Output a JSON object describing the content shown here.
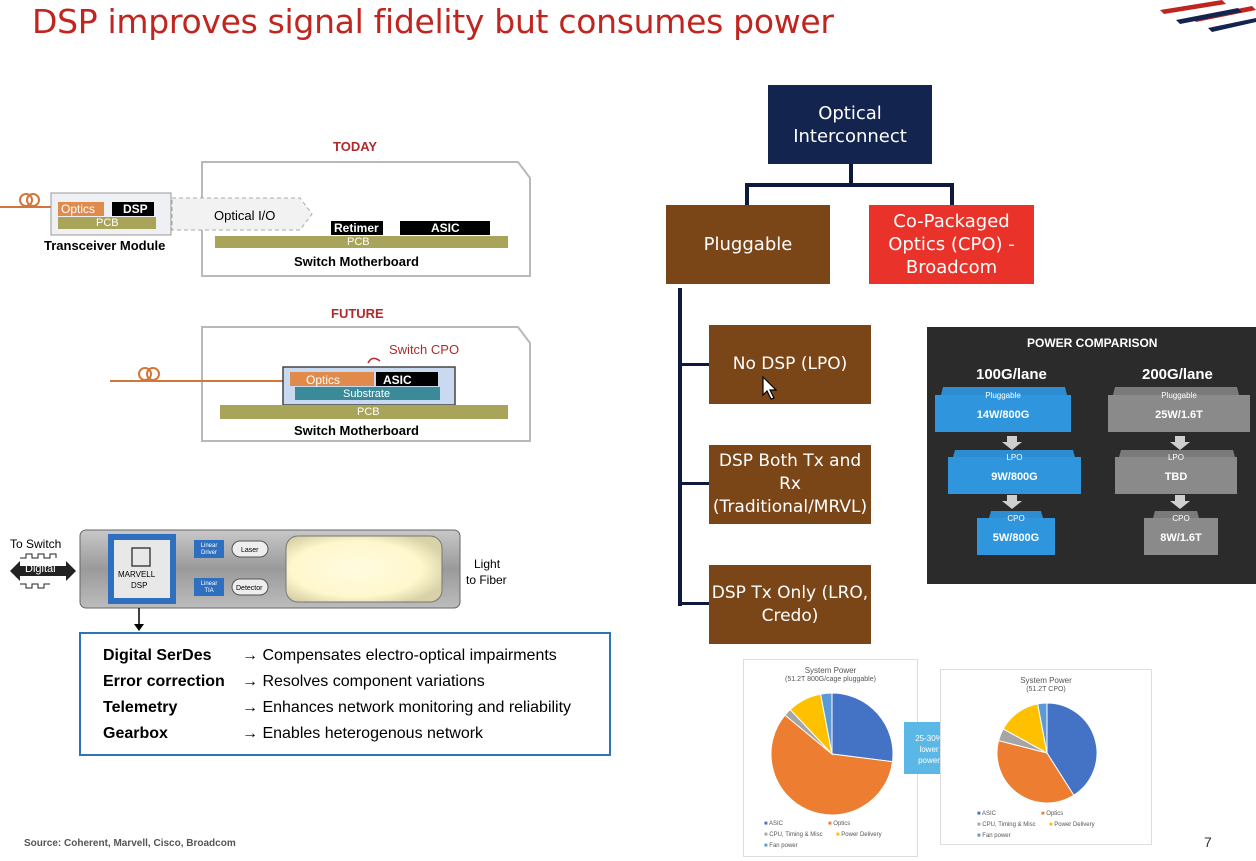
{
  "slide": {
    "title": "DSP improves signal fidelity but consumes power",
    "page_number": "7",
    "source": "Source:  Coherent, Marvell,  Cisco, Broadcom"
  },
  "today_diagram": {
    "heading": "TODAY",
    "optics": "Optics",
    "dsp": "DSP",
    "pcb": "PCB",
    "module_label": "Transceiver Module",
    "optical_io": "Optical I/O",
    "retimer": "Retimer",
    "asic": "ASIC",
    "board_pcb": "PCB",
    "motherboard": "Switch Motherboard"
  },
  "future_diagram": {
    "heading": "FUTURE",
    "callout": "Switch CPO",
    "optics": "Optics",
    "asic": "ASIC",
    "substrate": "Substrate",
    "pcb": "PCB",
    "motherboard": "Switch Motherboard"
  },
  "module_photo": {
    "to_switch": "To Switch",
    "digital": "Digital",
    "marvell": "MARVELL",
    "dsp": "DSP",
    "linear_driver": "Linear Driver",
    "laser": "Laser",
    "linear_tia": "Linear TIA",
    "detector": "Detector",
    "light_to_fiber_1": "Light",
    "light_to_fiber_2": "to Fiber"
  },
  "features": [
    {
      "key": "Digital SerDes",
      "value": "→ Compensates electro-optical impairments"
    },
    {
      "key": "Error correction",
      "value": "→ Resolves component variations"
    },
    {
      "key": "Telemetry",
      "value": "→ Enhances network monitoring and reliability"
    },
    {
      "key": "Gearbox",
      "value": "→ Enables heterogenous network"
    }
  ],
  "tree": {
    "root_line1": "Optical",
    "root_line2": "Interconnect",
    "pluggable": "Pluggable",
    "cpo_line1": "Co-Packaged",
    "cpo_line2": "Optics (CPO) -",
    "cpo_line3": "Broadcom",
    "child1": "No DSP (LPO)",
    "child2_line1": "DSP Both Tx and Rx",
    "child2_line2": "(Traditional/MRVL)",
    "child3_line1": "DSP Tx Only (LRO,",
    "child3_line2": "Credo)"
  },
  "power_comparison": {
    "title": "POWER COMPARISON",
    "col1": "100G/lane",
    "col2": "200G/lane",
    "c1_tag1": "Pluggable",
    "c1_val1": "14W/800G",
    "c1_tag2": "LPO",
    "c1_val2": "9W/800G",
    "c1_tag3": "CPO",
    "c1_val3": "5W/800G",
    "c2_tag1": "Pluggable",
    "c2_val1": "25W/1.6T",
    "c2_tag2": "LPO",
    "c2_val2": "TBD",
    "c2_tag3": "CPO",
    "c2_val3": "8W/1.6T"
  },
  "pies": {
    "left_title1": "System Power",
    "left_title2": "(51.2T 800G/cage pluggable)",
    "right_title1": "System Power",
    "right_title2": "(51.2T CPO)",
    "arrow_text1": "25-30%",
    "arrow_text2": "lower",
    "arrow_text3": "power",
    "legend": [
      "ASIC",
      "Optics",
      "CPU, Timing & Misc",
      "Power Delivery",
      "Fan power"
    ]
  },
  "chart_data": [
    {
      "type": "pie",
      "title": "System Power (51.2T 800G/cage pluggable)",
      "categories": [
        "ASIC",
        "Optics",
        "CPU, Timing & Misc",
        "Power Delivery",
        "Fan power"
      ],
      "values": [
        27,
        59,
        2,
        9,
        3
      ],
      "colors": [
        "#4472c4",
        "#ed7d31",
        "#a5a5a5",
        "#ffc000",
        "#5b9bd5"
      ]
    },
    {
      "type": "pie",
      "title": "System Power (51.2T CPO)",
      "categories": [
        "ASIC",
        "Optics",
        "CPU, Timing & Misc",
        "Power Delivery",
        "Fan power"
      ],
      "values": [
        41,
        38,
        4,
        14,
        3
      ],
      "colors": [
        "#4472c4",
        "#ed7d31",
        "#a5a5a5",
        "#ffc000",
        "#5b9bd5"
      ]
    }
  ],
  "colors": {
    "title_red": "#c0251f",
    "navy": "#13244f",
    "brown": "#7b4617",
    "cpo_red": "#e9332a",
    "pcb_olive": "#a8a45a",
    "optics_orange": "#e08a4c"
  }
}
